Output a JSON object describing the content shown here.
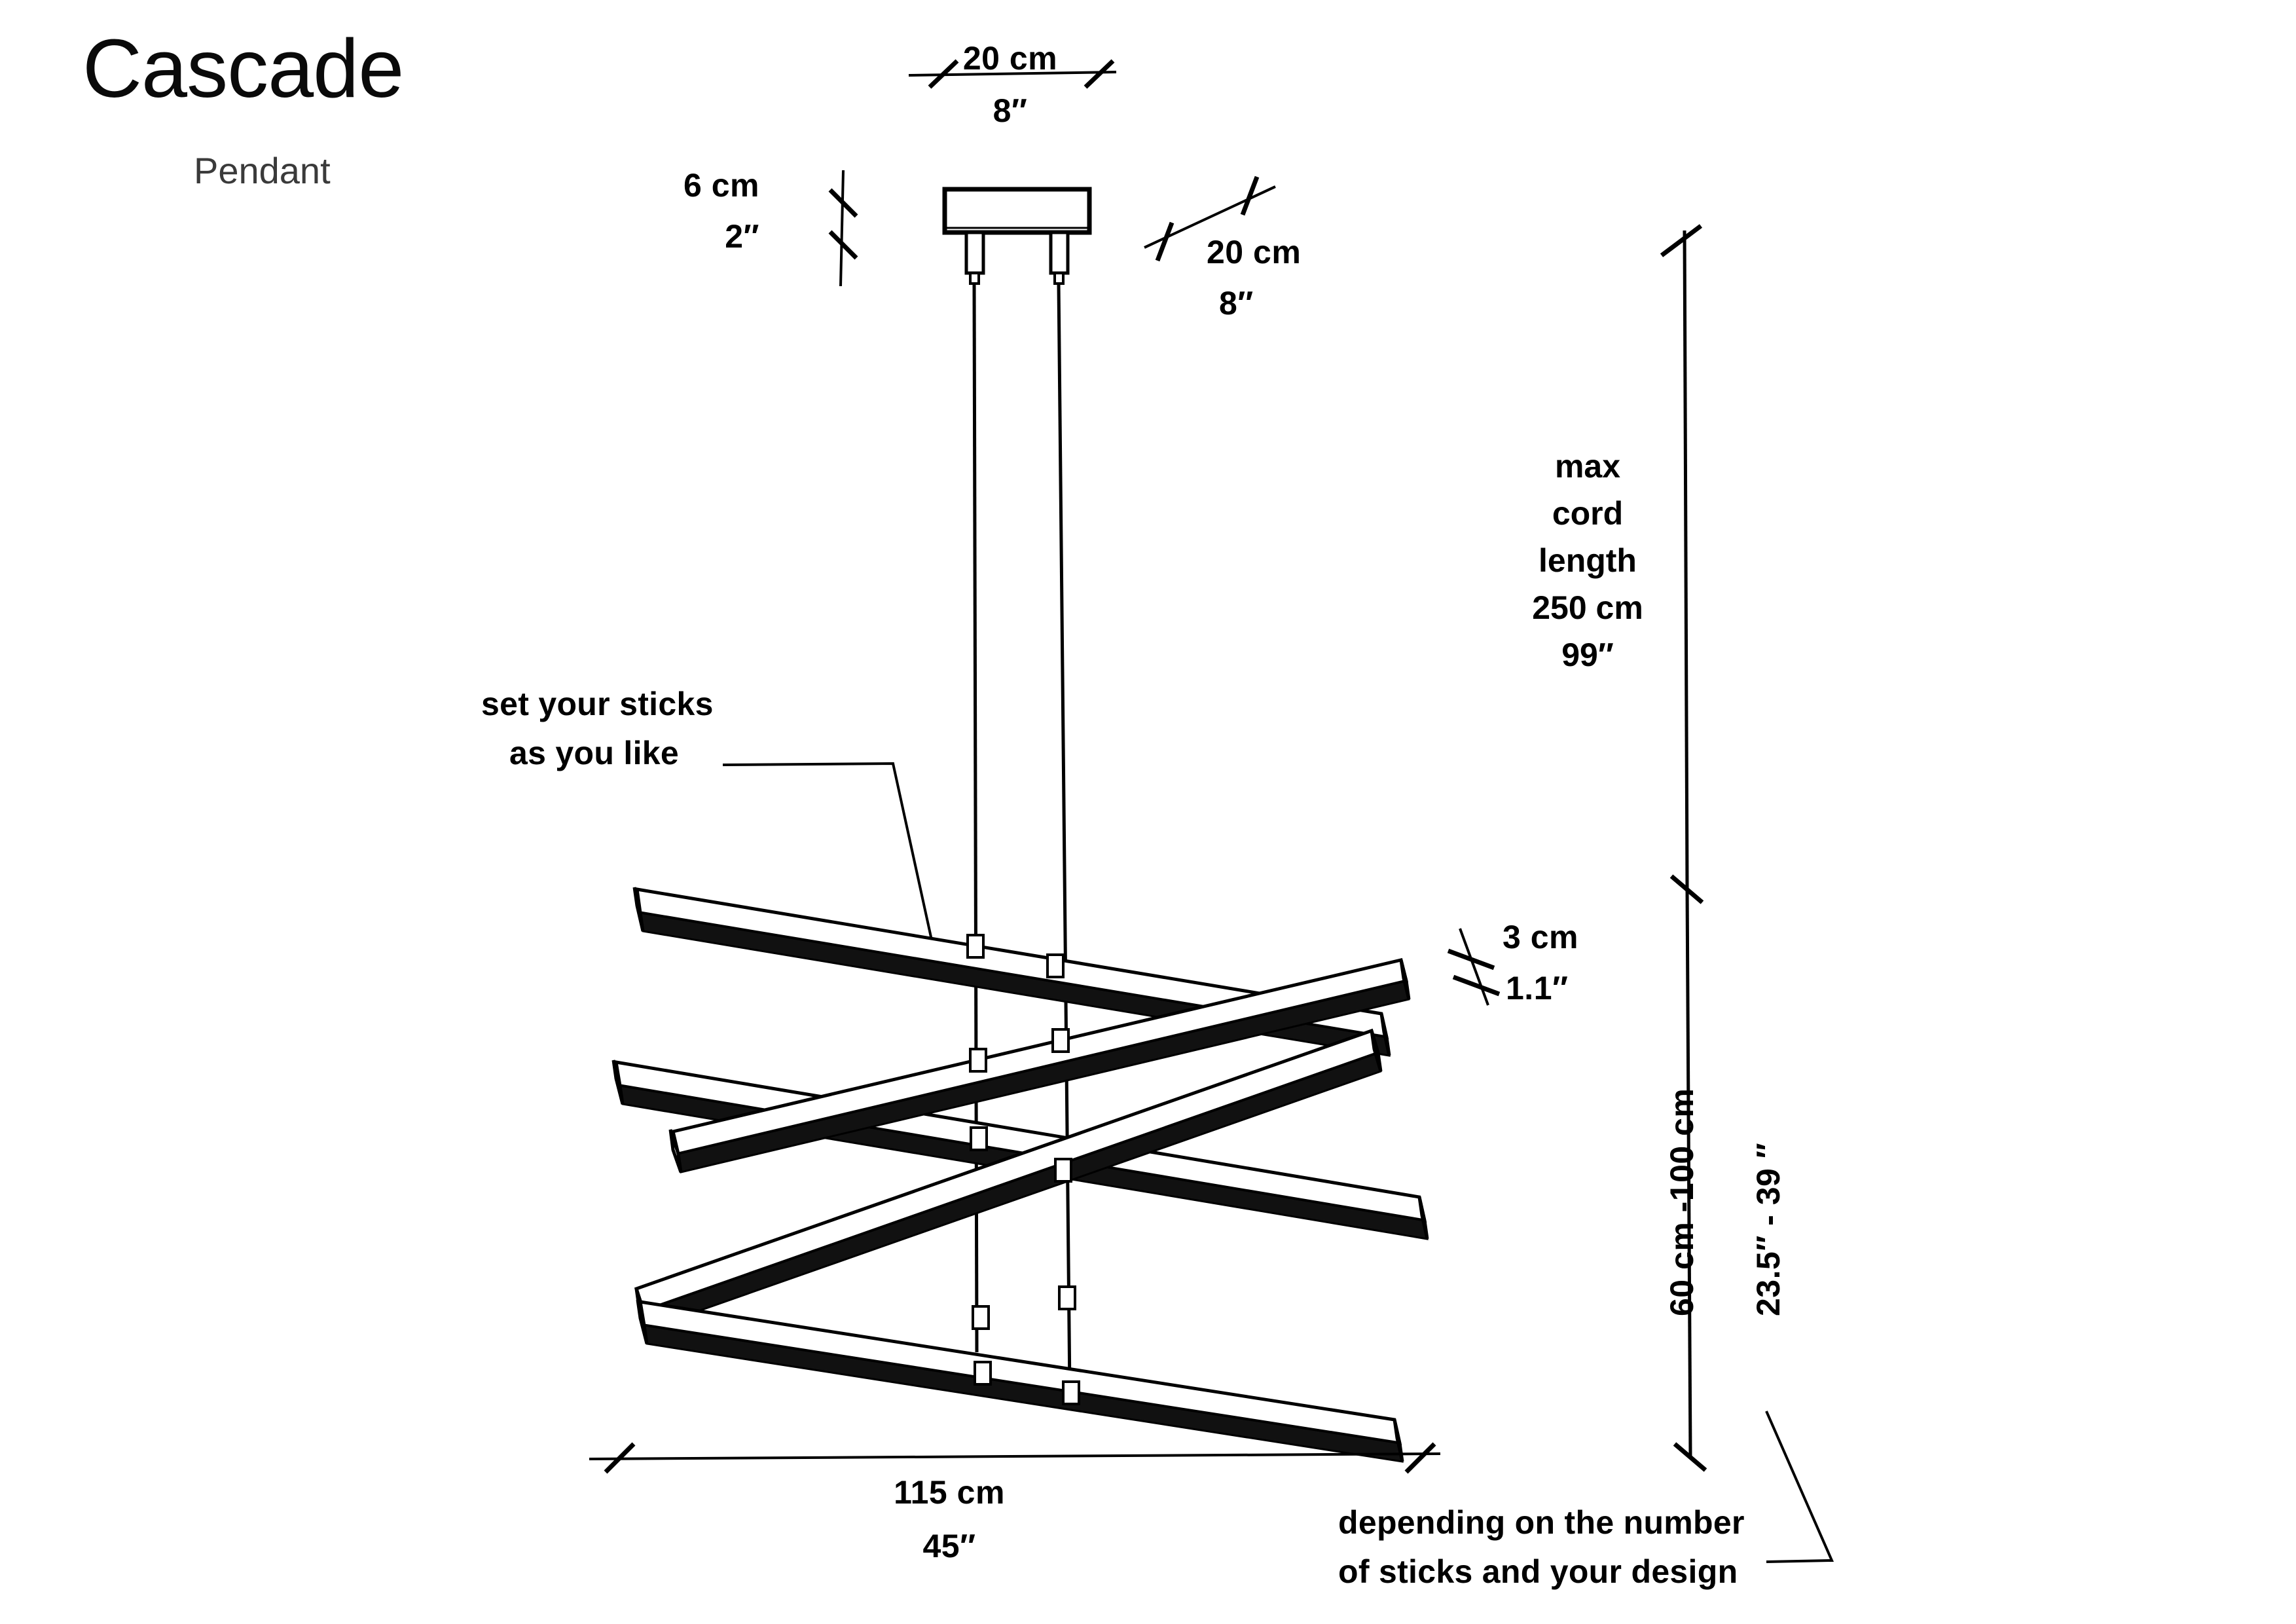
{
  "sheet": {
    "title": "Cascade",
    "subtitle": "Pendant",
    "background_color": "#ffffff",
    "line_color": "#000000"
  },
  "dimensions": {
    "canopy_width": {
      "metric": "20 cm",
      "imperial": "8″"
    },
    "canopy_height": {
      "metric": "6 cm",
      "imperial": "2″"
    },
    "canopy_depth": {
      "metric": "20 cm",
      "imperial": "8″"
    },
    "stick_thickness": {
      "metric": "3 cm",
      "imperial": "1.1″"
    },
    "overall_width": {
      "metric": "115 cm",
      "imperial": "45″"
    },
    "max_cord": {
      "line1": "max",
      "line2": "cord",
      "line3": "length",
      "line4": "250 cm",
      "line5": "99″"
    },
    "fixture_height": {
      "metric": "60 cm -100 cm",
      "imperial": "23.5″ - 39 ″"
    }
  },
  "notes": {
    "sticks_note": {
      "line1": "set your sticks",
      "line2": "as you like"
    },
    "height_note": {
      "line1": "depending on the number",
      "line2": "of sticks and your design"
    }
  },
  "chart_data": {
    "type": "diagram",
    "title": "Cascade Pendant — dimensioned technical drawing",
    "components": [
      {
        "name": "ceiling-canopy",
        "width_cm": 20,
        "height_cm": 6,
        "depth_cm": 20
      },
      {
        "name": "suspension-cord",
        "max_length_cm": 250,
        "count": 2
      },
      {
        "name": "light-stick",
        "thickness_cm": 3,
        "count": 5
      }
    ],
    "overall": {
      "width_cm": 115,
      "height_cm_min": 60,
      "height_cm_max": 100
    }
  }
}
